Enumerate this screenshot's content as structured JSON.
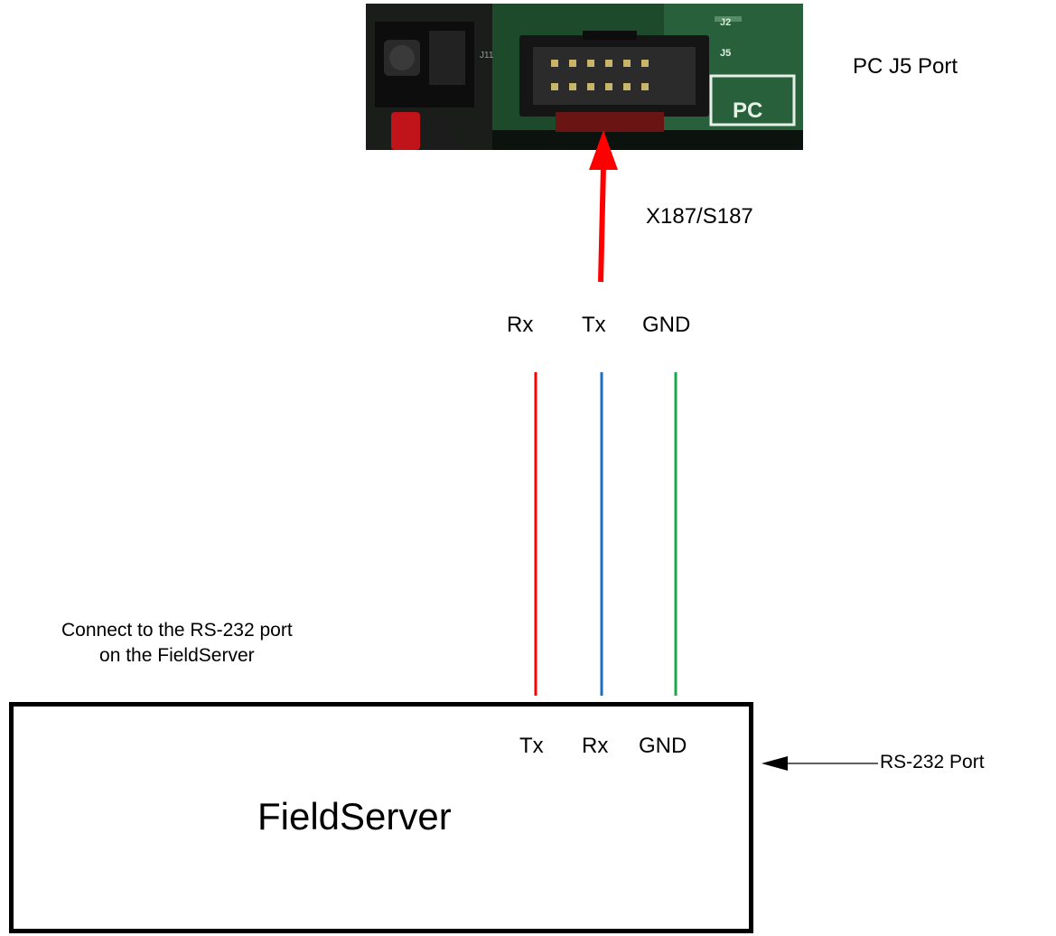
{
  "pc_port": {
    "label": "PC J5 Port",
    "board_text": {
      "connector": "J5",
      "header": "J2",
      "other": "J11",
      "badge": "PC"
    }
  },
  "cable": {
    "label": "X187/S187",
    "arrow_color": "#ff0000"
  },
  "pc_pins": {
    "rx": "Rx",
    "tx": "Tx",
    "gnd": "GND"
  },
  "wires": {
    "rx_color": "#ff0000",
    "tx_color": "#1a6fc4",
    "gnd_color": "#1aa84a"
  },
  "fieldserver": {
    "name": "FieldServer",
    "note": "Connect to the RS-232 port\non the FieldServer",
    "pins": {
      "tx": "Tx",
      "rx": "Rx",
      "gnd": "GND"
    },
    "port_label": "RS-232 Port"
  }
}
